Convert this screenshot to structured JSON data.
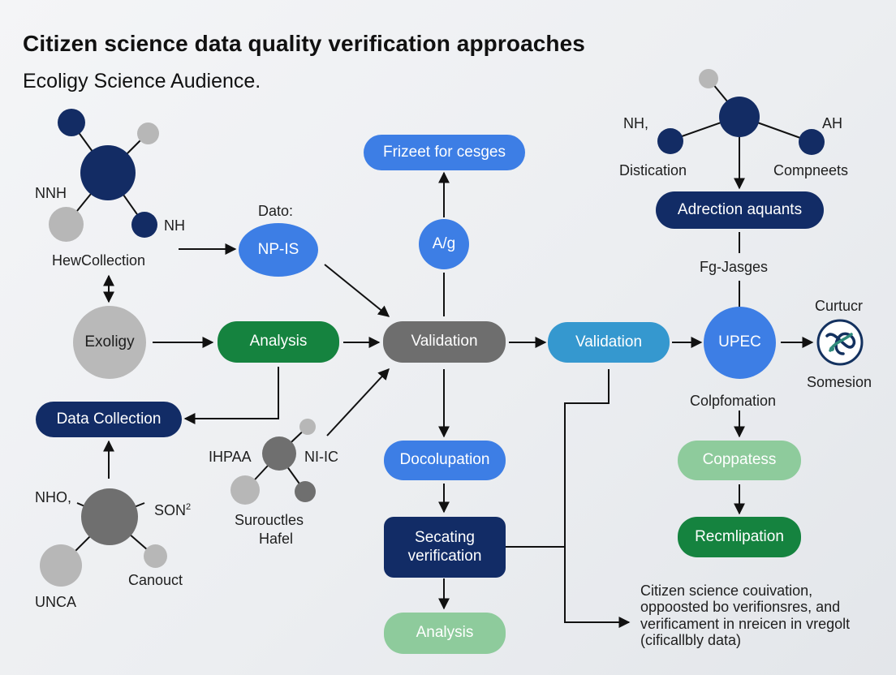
{
  "header": {
    "title": "Citizen science data quality verification approaches",
    "subtitle": "Ecoligy Science Audience."
  },
  "nodes": {
    "frizeet": "Frizeet for cesges",
    "ag": "A/g",
    "npis": "NP-IS",
    "analysis_green": "Analysis",
    "validation_gray": "Validation",
    "validation_teal": "Validation",
    "upec": "UPEC",
    "adrection": "Adrection aquants",
    "data_collection": "Data Collection",
    "docolupation": "Docolupation",
    "secating": "Secating verification",
    "analysis_light": "Analysis",
    "coppatess": "Coppatess",
    "recomplication": "Recmlipation",
    "exoligy": "Exoligy"
  },
  "labels": {
    "nnh": "NNH",
    "nh_left": "NH",
    "hew_collection": "HewCollection",
    "dato": "Dato:",
    "nh_right": "NH,",
    "ah": "AH",
    "distication": "Distication",
    "compneets": "Compneets",
    "fg_jasges": "Fg-Jasges",
    "curtucr": "Curtucr",
    "somesion": "Somesion",
    "colpfomation": "Colpfomation",
    "ihpaa": "IHPAA",
    "ni_ic": "NI-IC",
    "surouctles": "Surouctles",
    "hafel": "Hafel",
    "nho": "NHO,",
    "son": "SON",
    "son_sup": "2",
    "canouct": "Canouct",
    "unca": "UNCA"
  },
  "note": {
    "lines": [
      "Citizen science couivation,",
      "oppoosted bo verifionsres, and",
      "verificament in nreicen in vregolt",
      "(cificallbly data)"
    ]
  },
  "icons": {
    "molecule_icon": "molecule-knot-icon"
  },
  "colors": {
    "navy": "#122c66",
    "blue": "#3d7ee5",
    "green": "#15833f",
    "gray": "#6e6e6e",
    "teal": "#3598cf",
    "light_green": "#8ecb9c",
    "light_gray": "#b9b9b9"
  }
}
